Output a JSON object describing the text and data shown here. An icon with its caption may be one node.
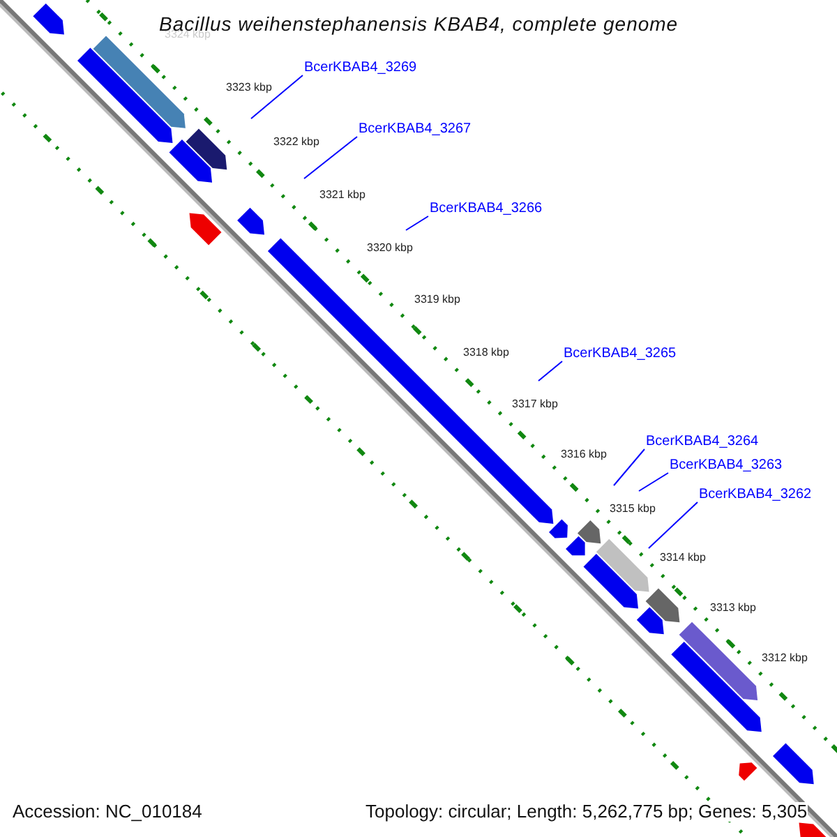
{
  "diagram": {
    "title": "Bacillus weihenstephanensis KBAB4, complete genome",
    "nodes": [
      {
        "text": [
          "BcerKBAB4_3269"
        ]
      },
      {
        "text": [
          "BcerKBAB4_3267"
        ]
      },
      {
        "text": [
          "BcerKBAB4_3266"
        ]
      },
      {
        "text": [
          "BcerKBAB4_3265"
        ]
      },
      {
        "text": [
          "BcerKBAB4_3264"
        ]
      },
      {
        "text": [
          "BcerKBAB4_3263"
        ]
      },
      {
        "text": [
          "BcerKBAB4_3262"
        ]
      }
    ],
    "edges": [
      {
        "from": 0,
        "to": null,
        "arrow": "none"
      },
      {
        "from": 1,
        "to": null,
        "arrow": "none"
      },
      {
        "from": 2,
        "to": null,
        "arrow": "none"
      },
      {
        "from": 3,
        "to": null,
        "arrow": "none"
      },
      {
        "from": 4,
        "to": null,
        "arrow": "none"
      },
      {
        "from": 5,
        "to": null,
        "arrow": "none"
      },
      {
        "from": 6,
        "to": null,
        "arrow": "none"
      }
    ],
    "labels": [
      "3324 kbp",
      "3323 kbp",
      "3322 kbp",
      "3321 kbp",
      "3320 kbp",
      "3319 kbp",
      "3318 kbp",
      "3317 kbp",
      "3316 kbp",
      "3315 kbp",
      "3314 kbp",
      "3313 kbp",
      "3312 kbp",
      "Accession: NC_010184",
      "Topology: circular; Length: 5,262,775 bp; Genes: 5,305"
    ]
  }
}
